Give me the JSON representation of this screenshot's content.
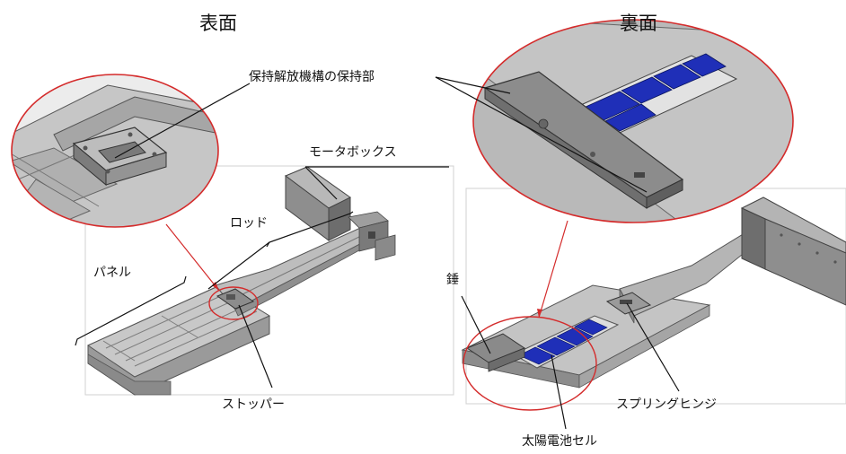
{
  "titles": {
    "front": "表面",
    "back": "裏面"
  },
  "labels": {
    "holder": "保持解放機構の保持部",
    "motor_box": "モータボックス",
    "rod": "ロッド",
    "panel": "パネル",
    "stopper": "ストッパー",
    "weight": "錘",
    "spring_hinge": "スプリングヒンジ",
    "solar_cell": "太陽電池セル"
  },
  "colors": {
    "callout_red": "#d42b2b",
    "leader": "#111111",
    "metal_light": "#c9c9c9",
    "metal_mid": "#a9a9a9",
    "metal_dark": "#6f6f6f",
    "solar_blue": "#1f2fb8"
  }
}
